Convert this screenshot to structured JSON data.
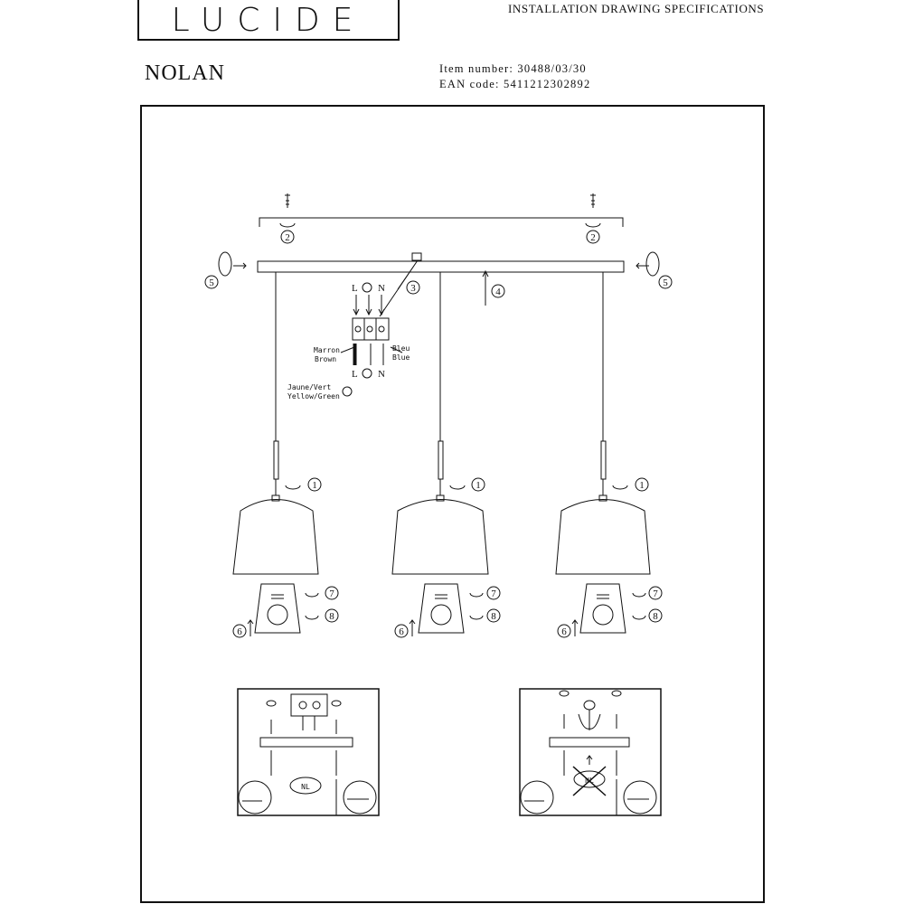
{
  "header": {
    "logo_text": "LUCIDE",
    "title": "INSTALLATION DRAWING SPECIFICATIONS",
    "product_name": "NOLAN",
    "item_number": "Item number: 30488/03/30",
    "ean_code": "EAN code: 5411212302892"
  },
  "wiring": {
    "live": "L",
    "neutral": "N",
    "brown_fr": "Marron",
    "brown_en": "Brown",
    "blue_fr": "Bleu",
    "blue_en": "Blue",
    "earth_fr": "Jaune/Vert",
    "earth_en": "Yellow/Green"
  },
  "steps": {
    "s1": "1",
    "s2": "2",
    "s3": "3",
    "s4": "4",
    "s5": "5",
    "s6": "6",
    "s7": "7",
    "s8": "8"
  },
  "detail": {
    "badge": "NL"
  }
}
